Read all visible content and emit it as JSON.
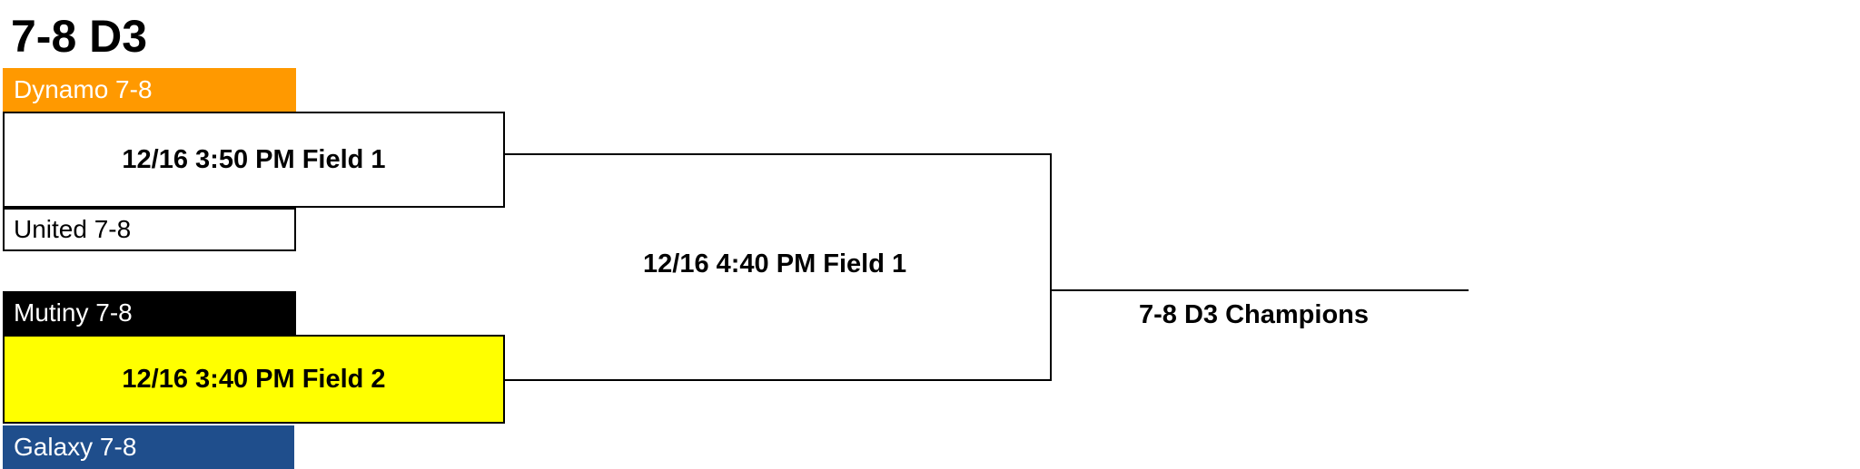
{
  "bracket": {
    "title": "7-8 D3",
    "teams": [
      {
        "name": "Dynamo 7-8",
        "color": "#ff9900"
      },
      {
        "name": "United 7-8",
        "color": "#ffffff"
      },
      {
        "name": "Mutiny 7-8",
        "color": "#000000"
      },
      {
        "name": "Galaxy 7-8",
        "color": "#1f4e8c"
      }
    ],
    "games": [
      {
        "label": "12/16 3:50 PM Field 1"
      },
      {
        "label": "12/16 3:40 PM Field 2",
        "highlight": "#ffff00"
      },
      {
        "label": "12/16 4:40 PM Field 1"
      }
    ],
    "champion_label": "7-8 D3 Champions"
  }
}
